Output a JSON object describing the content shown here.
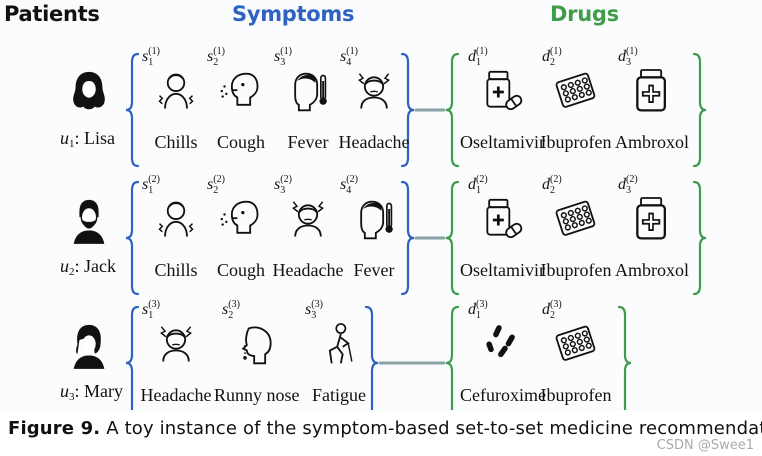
{
  "headers": {
    "patients": "Patients",
    "symptoms": "Symptoms",
    "drugs": "Drugs"
  },
  "colors": {
    "symptoms": "#2f63bf",
    "drugs": "#3e9c4a",
    "connector": "#8aa1a6"
  },
  "patients": [
    {
      "var": "u",
      "index": "1",
      "name": "Lisa",
      "avatar_icon": "woman-long-hair-icon",
      "symptoms": [
        {
          "var": "s",
          "sub": "1",
          "sup": "(1)",
          "label": "Chills",
          "icon": "shivering-person-icon"
        },
        {
          "var": "s",
          "sub": "2",
          "sup": "(1)",
          "label": "Cough",
          "icon": "coughing-person-icon"
        },
        {
          "var": "s",
          "sub": "3",
          "sup": "(1)",
          "label": "Fever",
          "icon": "fever-thermometer-icon"
        },
        {
          "var": "s",
          "sub": "4",
          "sup": "(1)",
          "label": "Headache",
          "icon": "headache-person-icon"
        }
      ],
      "drugs": [
        {
          "var": "d",
          "sub": "1",
          "sup": "(1)",
          "label": "Oseltamivir",
          "icon": "medicine-bottle-pills-icon"
        },
        {
          "var": "d",
          "sub": "2",
          "sup": "(1)",
          "label": "Ibuprofen",
          "icon": "pill-blister-pack-icon"
        },
        {
          "var": "d",
          "sub": "3",
          "sup": "(1)",
          "label": "Ambroxol",
          "icon": "medicine-bottle-cross-icon"
        }
      ]
    },
    {
      "var": "u",
      "index": "2",
      "name": "Jack",
      "avatar_icon": "bearded-man-icon",
      "symptoms": [
        {
          "var": "s",
          "sub": "1",
          "sup": "(2)",
          "label": "Chills",
          "icon": "shivering-person-icon"
        },
        {
          "var": "s",
          "sub": "2",
          "sup": "(2)",
          "label": "Cough",
          "icon": "coughing-person-icon"
        },
        {
          "var": "s",
          "sub": "3",
          "sup": "(2)",
          "label": "Headache",
          "icon": "headache-person-icon"
        },
        {
          "var": "s",
          "sub": "4",
          "sup": "(2)",
          "label": "Fever",
          "icon": "fever-thermometer-icon"
        }
      ],
      "drugs": [
        {
          "var": "d",
          "sub": "1",
          "sup": "(2)",
          "label": "Oseltamivir",
          "icon": "medicine-bottle-pills-icon"
        },
        {
          "var": "d",
          "sub": "2",
          "sup": "(2)",
          "label": "Ibuprofen",
          "icon": "pill-blister-pack-icon"
        },
        {
          "var": "d",
          "sub": "3",
          "sup": "(2)",
          "label": "Ambroxol",
          "icon": "medicine-bottle-cross-icon"
        }
      ]
    },
    {
      "var": "u",
      "index": "3",
      "name": "Mary",
      "avatar_icon": "woman-short-hair-icon",
      "symptoms": [
        {
          "var": "s",
          "sub": "1",
          "sup": "(3)",
          "label": "Headache",
          "icon": "headache-person-icon"
        },
        {
          "var": "s",
          "sub": "2",
          "sup": "(3)",
          "label": "Runny nose",
          "icon": "runny-nose-head-icon"
        },
        {
          "var": "s",
          "sub": "3",
          "sup": "(3)",
          "label": "Fatigue",
          "icon": "fatigued-person-icon"
        }
      ],
      "drugs": [
        {
          "var": "d",
          "sub": "1",
          "sup": "(3)",
          "label": "Cefuroxime",
          "icon": "bacteria-icon"
        },
        {
          "var": "d",
          "sub": "2",
          "sup": "(3)",
          "label": "Ibuprofen",
          "icon": "pill-blister-pack-icon"
        }
      ]
    }
  ],
  "caption": {
    "label": "Figure 9.",
    "text": "A toy instance of the symptom-based set-to-set medicine recommendation."
  },
  "watermark": "CSDN @Swee1"
}
